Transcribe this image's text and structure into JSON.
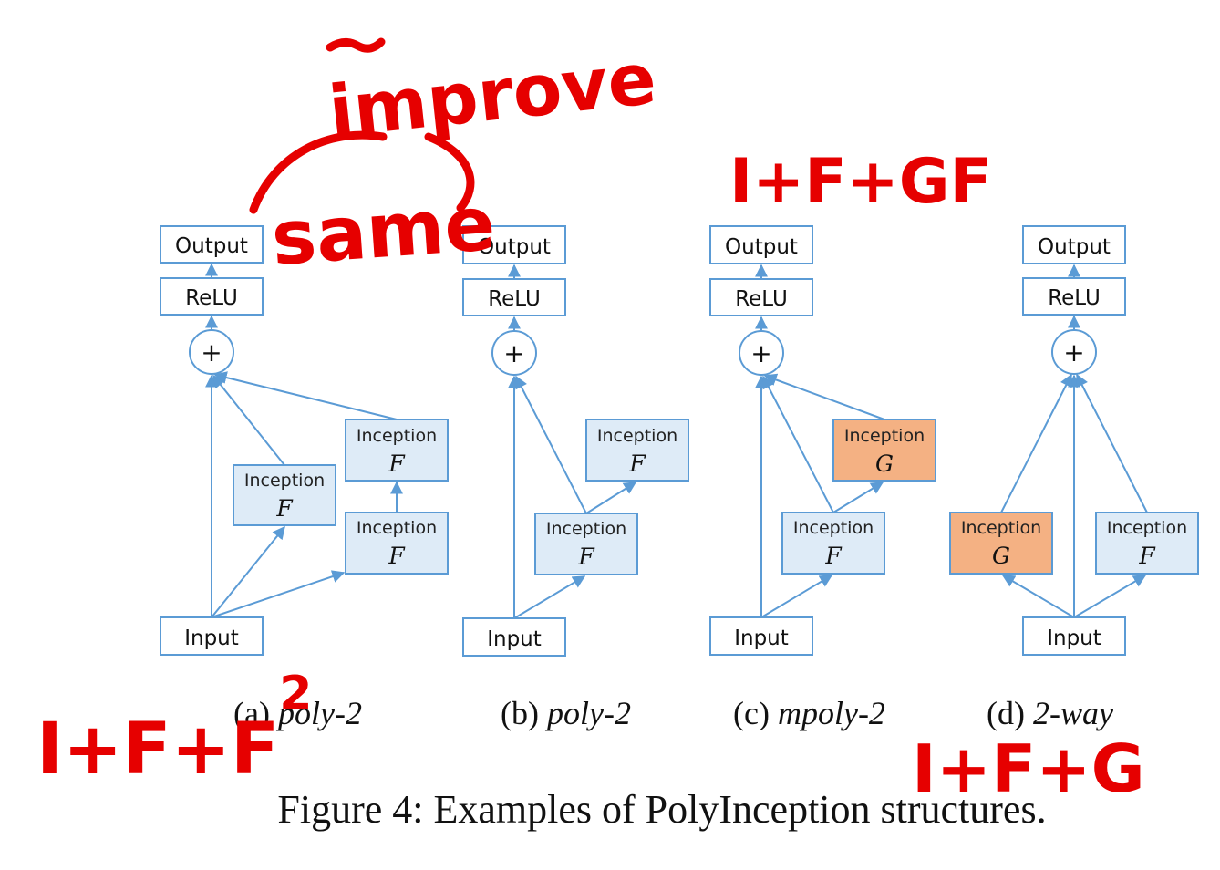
{
  "labels": {
    "output": "Output",
    "relu": "ReLU",
    "input": "Input",
    "inception": "Inception",
    "plus": "+",
    "var_f": "F",
    "var_g": "G"
  },
  "subfigures": [
    {
      "letter": "(a)",
      "name": "poly-2"
    },
    {
      "letter": "(b)",
      "name": "poly-2"
    },
    {
      "letter": "(c)",
      "name": "mpoly-2"
    },
    {
      "letter": "(d)",
      "name": "2-way"
    }
  ],
  "caption": "Figure 4: Examples of PolyInception structures.",
  "handwriting": {
    "improve": "improve",
    "same": "same",
    "formula_a": "I+F+F",
    "formula_a_exp": "2",
    "formula_c": "I+F+GF",
    "formula_d": "I+F+G"
  },
  "colors": {
    "line": "#5b9bd5",
    "inception_f_fill": "#deebf7",
    "inception_g_fill": "#f4b183",
    "ink": "#e60000"
  }
}
